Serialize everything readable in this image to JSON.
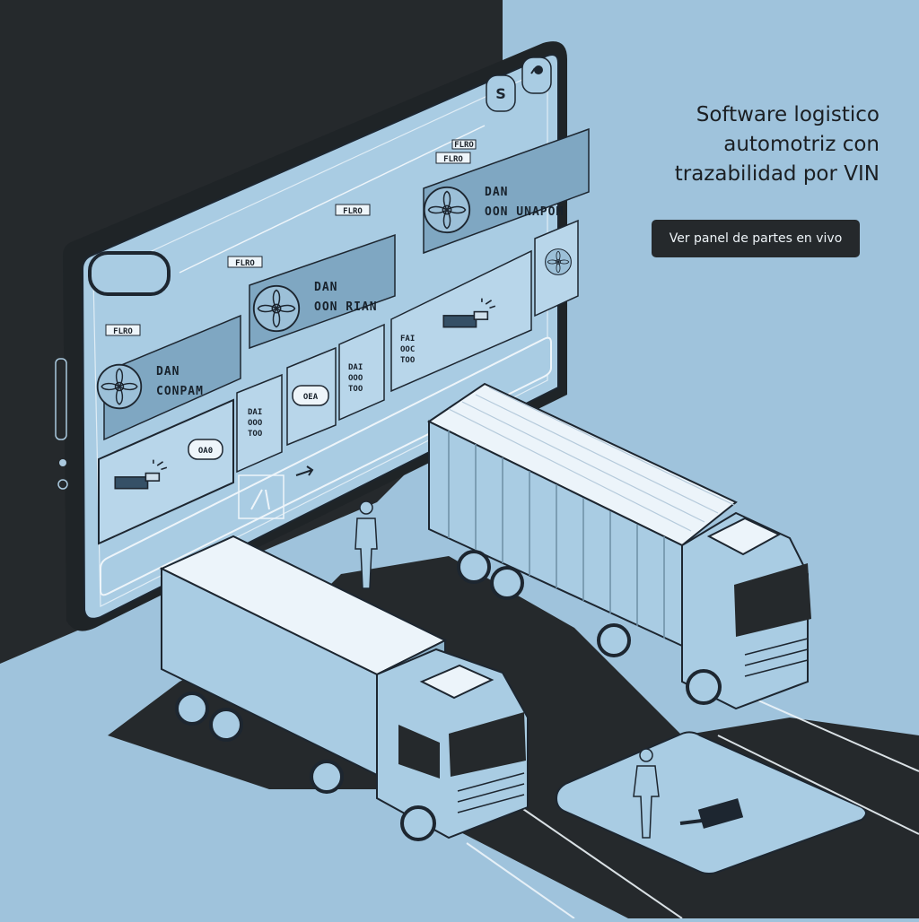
{
  "hero": {
    "title_lines": [
      "Software logistico",
      "automotriz con",
      "trazabilidad por VIN"
    ],
    "cta_label": "Ver panel de partes en vivo"
  },
  "dashboard": {
    "header_badge": "S",
    "tag_labels": [
      "FLRO",
      "FLRO",
      "FLRO",
      "FLRO",
      "FLRO"
    ],
    "cards": [
      {
        "title": "DAN",
        "subtitle": "CONPAM"
      },
      {
        "title": "DAN",
        "subtitle": "OON RIAN"
      },
      {
        "title": "DAN",
        "subtitle": "OON UNAPOM"
      }
    ],
    "code_chips": [
      "OA0",
      "OEA"
    ],
    "mini_cards": [
      [
        "DAI",
        "OOO",
        "TOO"
      ],
      [
        "DAI",
        "OOO",
        "TOO"
      ],
      [
        "FAI",
        "OOC",
        "TOO"
      ]
    ]
  },
  "colors": {
    "background": "#9fc3dc",
    "screen": "#a9cce3",
    "dark": "#25292c",
    "card": "#7fa7c2"
  },
  "icons": [
    "flower-logo-icon",
    "wrench-icon",
    "arrow-right-icon",
    "toggle-icon"
  ]
}
